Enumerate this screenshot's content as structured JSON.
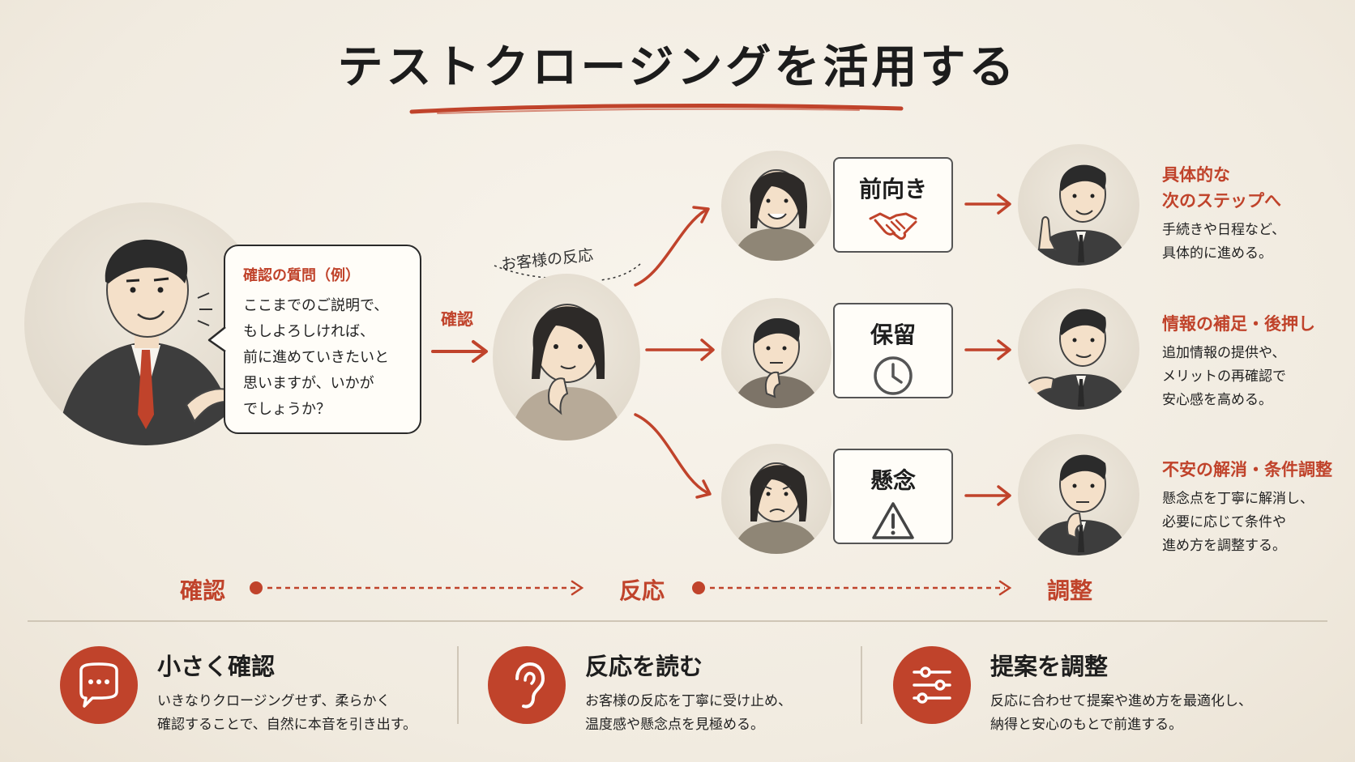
{
  "title": "テストクロージングを活用する",
  "bubble": {
    "title": "確認の質問（例）",
    "lines": [
      "ここまでのご説明で、",
      "もしよろしければ、",
      "前に進めていきたいと",
      "思いますが、いかが",
      "でしょうか？"
    ]
  },
  "arrow_label": "確認",
  "customer_label": "お客様の反応",
  "reactions": [
    {
      "label": "前向き",
      "icon": "handshake-icon",
      "outcome_title": [
        "具体的な",
        "次のステップへ"
      ],
      "outcome_text": [
        "手続きや日程など、",
        "具体的に進める。"
      ]
    },
    {
      "label": "保留",
      "icon": "clock-icon",
      "outcome_title": [
        "情報の補足・後押し"
      ],
      "outcome_text": [
        "追加情報の提供や、",
        "メリットの再確認で",
        "安心感を高める。"
      ]
    },
    {
      "label": "懸念",
      "icon": "warning-icon",
      "outcome_title": [
        "不安の解消・条件調整"
      ],
      "outcome_text": [
        "懸念点を丁寧に解消し、",
        "必要に応じて条件や",
        "進め方を調整する。"
      ]
    }
  ],
  "stages": [
    "確認",
    "反応",
    "調整"
  ],
  "features": [
    {
      "icon": "chat-bubble-icon",
      "title": "小さく確認",
      "lines": [
        "いきなりクロージングせず、柔らかく",
        "確認することで、自然に本音を引き出す。"
      ]
    },
    {
      "icon": "ear-icon",
      "title": "反応を読む",
      "lines": [
        "お客様の反応を丁寧に受け止め、",
        "温度感や懸念点を見極める。"
      ]
    },
    {
      "icon": "sliders-icon",
      "title": "提案を調整",
      "lines": [
        "反応に合わせて提案や進め方を最適化し、",
        "納得と安心のもとで前進する。"
      ]
    }
  ],
  "colors": {
    "accent": "#c0432b",
    "ink": "#222222",
    "paper": "#f4efe6"
  }
}
